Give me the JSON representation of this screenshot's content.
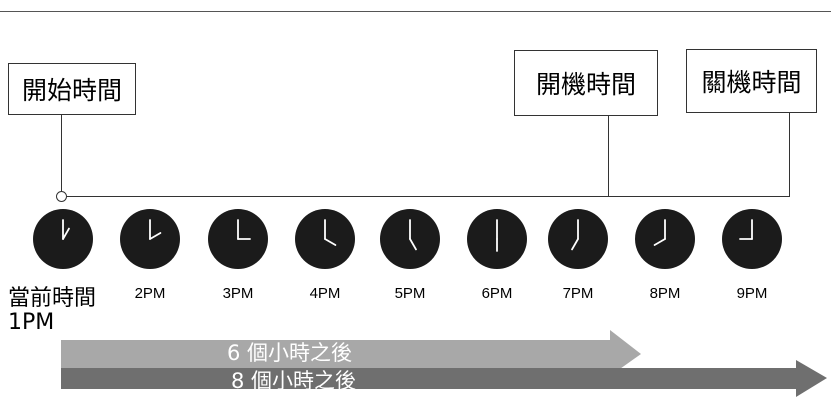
{
  "labels": {
    "start_time": "開始時間",
    "power_on_time": "開機時間",
    "power_off_time": "關機時間"
  },
  "current": {
    "line1": "當前時間",
    "line2": "1PM"
  },
  "hour_labels": [
    "2PM",
    "3PM",
    "4PM",
    "5PM",
    "6PM",
    "7PM",
    "8PM",
    "9PM"
  ],
  "clock_hours": [
    1,
    2,
    3,
    4,
    5,
    6,
    7,
    8,
    9
  ],
  "durations": {
    "short": "6 個小時之後",
    "long": "8 個小時之後"
  },
  "colors": {
    "clock_face": "#1b1b1b",
    "short_arrow": "#a8a8a8",
    "long_arrow": "#6f6f6f"
  }
}
